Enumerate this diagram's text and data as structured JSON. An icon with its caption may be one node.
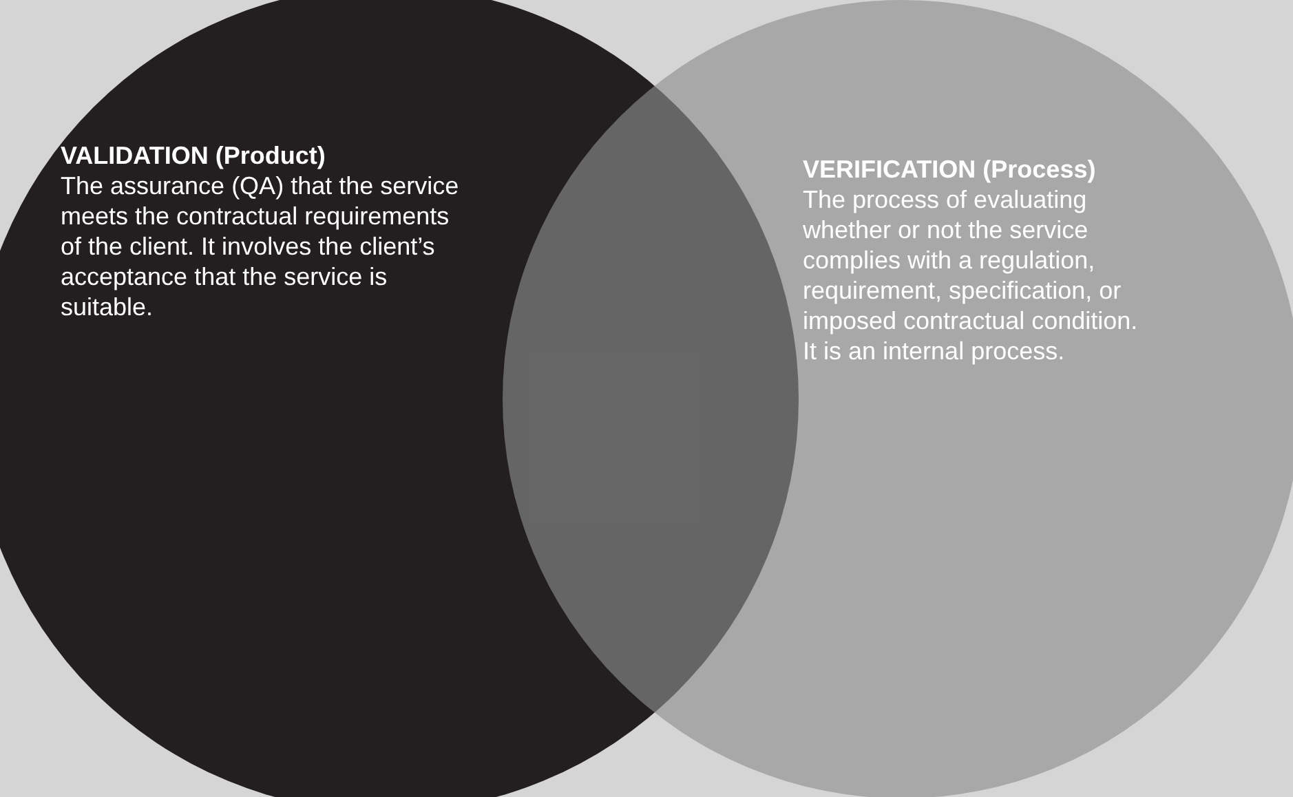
{
  "diagram": {
    "nodes": [
      {
        "text": [
          "VALIDATION (Product)",
          "The assurance (QA) that the service meets the contractual requirements of the client. It involves the client’s acceptance that the service is suitable."
        ]
      },
      {
        "text": [
          "VERIFICATION (Process)",
          "The process of evaluating whether or not the service complies with a regulation, requirement, specification, or imposed contractual condition. It is an internal process."
        ]
      }
    ]
  }
}
